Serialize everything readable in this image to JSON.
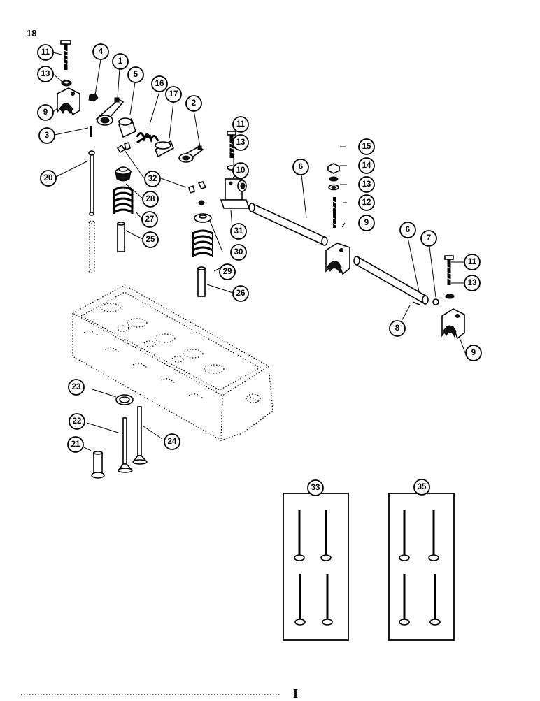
{
  "figure_number": "18",
  "bottom_mark": "I",
  "callouts": [
    {
      "id": "c11a",
      "label": "11"
    },
    {
      "id": "c13a",
      "label": "13"
    },
    {
      "id": "c9a",
      "label": "9"
    },
    {
      "id": "c4",
      "label": "4"
    },
    {
      "id": "c1",
      "label": "1"
    },
    {
      "id": "c5",
      "label": "5"
    },
    {
      "id": "c16",
      "label": "16"
    },
    {
      "id": "c17",
      "label": "17"
    },
    {
      "id": "c2",
      "label": "2"
    },
    {
      "id": "c3",
      "label": "3"
    },
    {
      "id": "c20",
      "label": "20"
    },
    {
      "id": "c32",
      "label": "32"
    },
    {
      "id": "c28",
      "label": "28"
    },
    {
      "id": "c27",
      "label": "27"
    },
    {
      "id": "c25",
      "label": "25"
    },
    {
      "id": "c11b",
      "label": "11"
    },
    {
      "id": "c13b",
      "label": "13"
    },
    {
      "id": "c10",
      "label": "10"
    },
    {
      "id": "c31",
      "label": "31"
    },
    {
      "id": "c30",
      "label": "30"
    },
    {
      "id": "c29",
      "label": "29"
    },
    {
      "id": "c26",
      "label": "26"
    },
    {
      "id": "c6a",
      "label": "6"
    },
    {
      "id": "c15",
      "label": "15"
    },
    {
      "id": "c14",
      "label": "14"
    },
    {
      "id": "c13c",
      "label": "13"
    },
    {
      "id": "c12",
      "label": "12"
    },
    {
      "id": "c9b",
      "label": "9"
    },
    {
      "id": "c6b",
      "label": "6"
    },
    {
      "id": "c7",
      "label": "7"
    },
    {
      "id": "c11c",
      "label": "11"
    },
    {
      "id": "c13d",
      "label": "13"
    },
    {
      "id": "c8",
      "label": "8"
    },
    {
      "id": "c9c",
      "label": "9"
    },
    {
      "id": "c23",
      "label": "23"
    },
    {
      "id": "c22",
      "label": "22"
    },
    {
      "id": "c24",
      "label": "24"
    },
    {
      "id": "c21",
      "label": "21"
    },
    {
      "id": "c33",
      "label": "33"
    },
    {
      "id": "c35",
      "label": "35"
    }
  ]
}
